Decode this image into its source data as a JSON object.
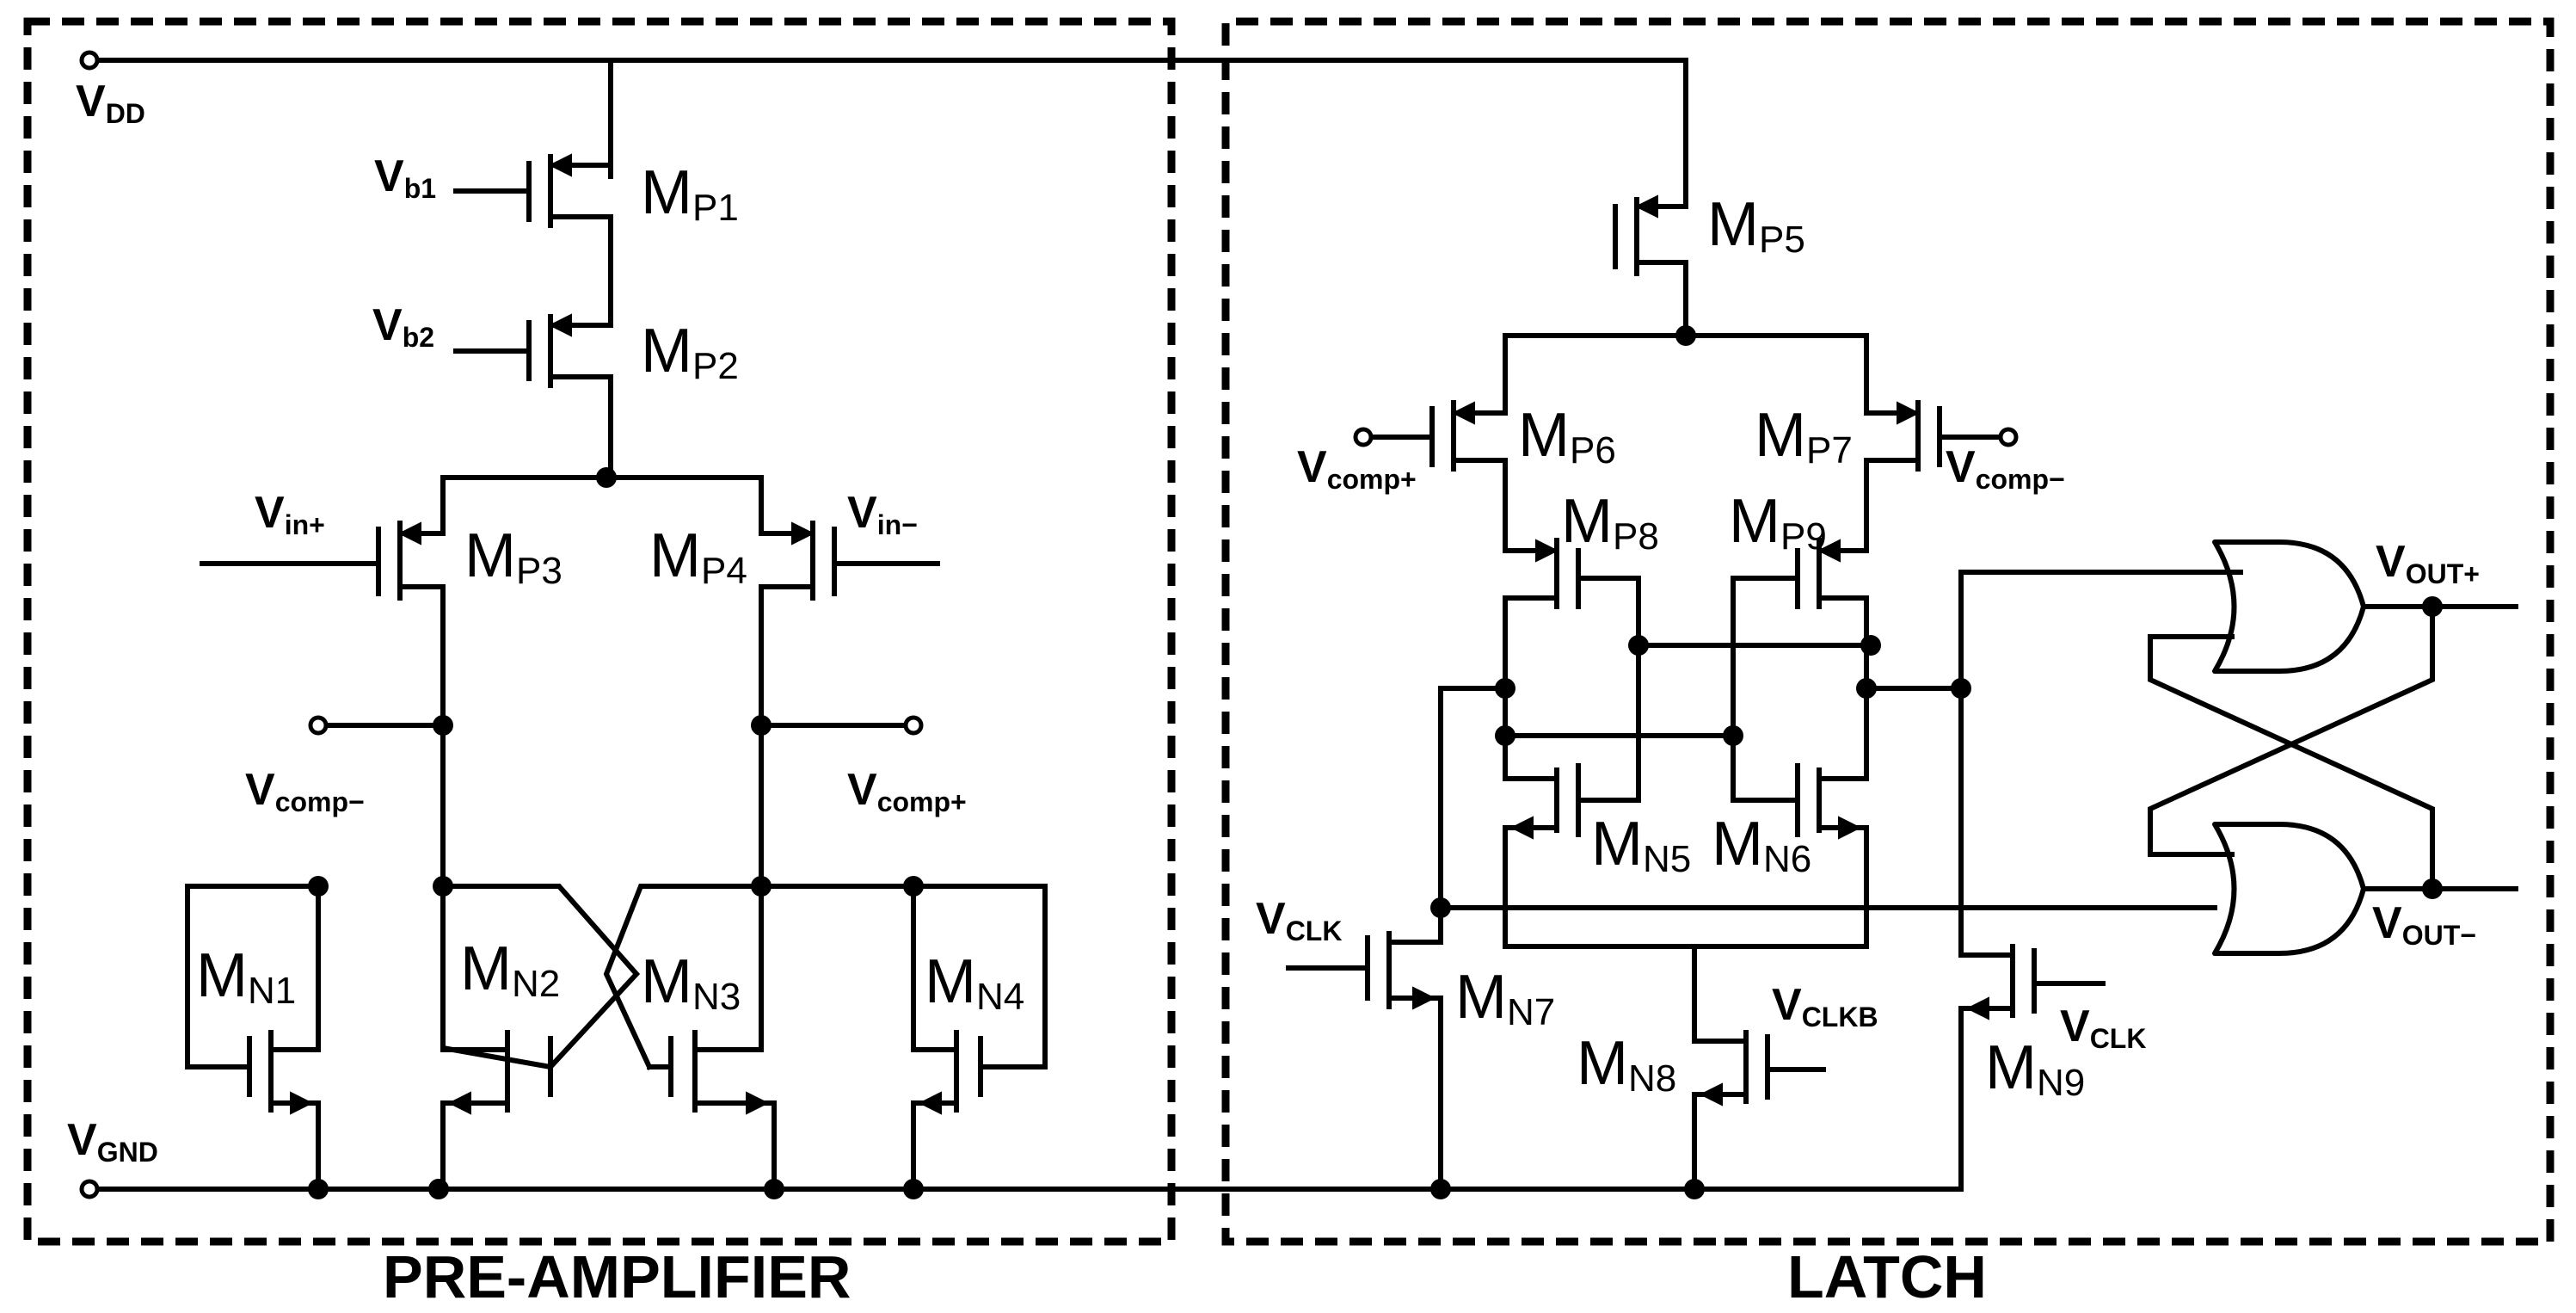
{
  "blocks": {
    "pre_amplifier": "PRE-AMPLIFIER",
    "latch": "LATCH"
  },
  "transistors": {
    "mp1": {
      "main": "M",
      "sub": "P1"
    },
    "mp2": {
      "main": "M",
      "sub": "P2"
    },
    "mp3": {
      "main": "M",
      "sub": "P3"
    },
    "mp4": {
      "main": "M",
      "sub": "P4"
    },
    "mp5": {
      "main": "M",
      "sub": "P5"
    },
    "mp6": {
      "main": "M",
      "sub": "P6"
    },
    "mp7": {
      "main": "M",
      "sub": "P7"
    },
    "mp8": {
      "main": "M",
      "sub": "P8"
    },
    "mp9": {
      "main": "M",
      "sub": "P9"
    },
    "mn1": {
      "main": "M",
      "sub": "N1"
    },
    "mn2": {
      "main": "M",
      "sub": "N2"
    },
    "mn3": {
      "main": "M",
      "sub": "N3"
    },
    "mn4": {
      "main": "M",
      "sub": "N4"
    },
    "mn5": {
      "main": "M",
      "sub": "N5"
    },
    "mn6": {
      "main": "M",
      "sub": "N6"
    },
    "mn7": {
      "main": "M",
      "sub": "N7"
    },
    "mn8": {
      "main": "M",
      "sub": "N8"
    },
    "mn9": {
      "main": "M",
      "sub": "N9"
    }
  },
  "signals": {
    "vdd": {
      "main": "V",
      "sub": "DD"
    },
    "vgnd": {
      "main": "V",
      "sub": "GND"
    },
    "vb1": {
      "main": "V",
      "sub": "b1"
    },
    "vb2": {
      "main": "V",
      "sub": "b2"
    },
    "vin_plus": {
      "main": "V",
      "sub": "in+"
    },
    "vin_minus": {
      "main": "V",
      "sub": "in−"
    },
    "vcomp_minus_pre": {
      "main": "V",
      "sub": "comp−"
    },
    "vcomp_plus_pre": {
      "main": "V",
      "sub": "comp+"
    },
    "vcomp_plus_latch": {
      "main": "V",
      "sub": "comp+"
    },
    "vcomp_minus_latch": {
      "main": "V",
      "sub": "comp−"
    },
    "vclk_left": {
      "main": "V",
      "sub": "CLK"
    },
    "vclkb": {
      "main": "V",
      "sub": "CLKB"
    },
    "vclk_right": {
      "main": "V",
      "sub": "CLK"
    },
    "vout_plus": {
      "main": "V",
      "sub": "OUT+"
    },
    "vout_minus": {
      "main": "V",
      "sub": "OUT−"
    }
  }
}
